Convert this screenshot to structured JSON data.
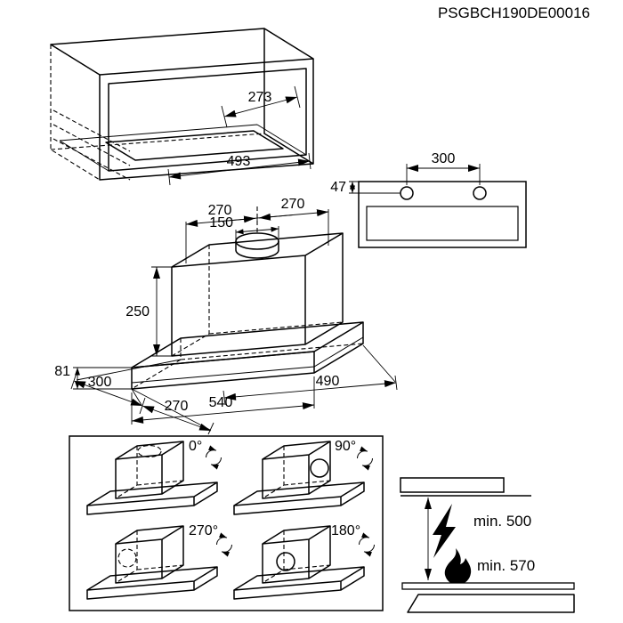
{
  "title": "PSGBCH190DE00016",
  "cabinet": {
    "cutout_depth": "273",
    "cutout_width": "493"
  },
  "mounting": {
    "hole_spacing": "300",
    "top_offset": "47"
  },
  "hood": {
    "left_half": "270",
    "right_half": "270",
    "duct_diameter": "150",
    "height": "250",
    "base_height": "81",
    "depth": "300",
    "body_depth": "270",
    "body_width": "490",
    "total_width": "540"
  },
  "rotation": {
    "angle_0": "0°",
    "angle_90": "90°",
    "angle_270": "270°",
    "angle_180": "180°"
  },
  "clearance": {
    "electric_min": "min. 500",
    "gas_min": "min. 570"
  }
}
